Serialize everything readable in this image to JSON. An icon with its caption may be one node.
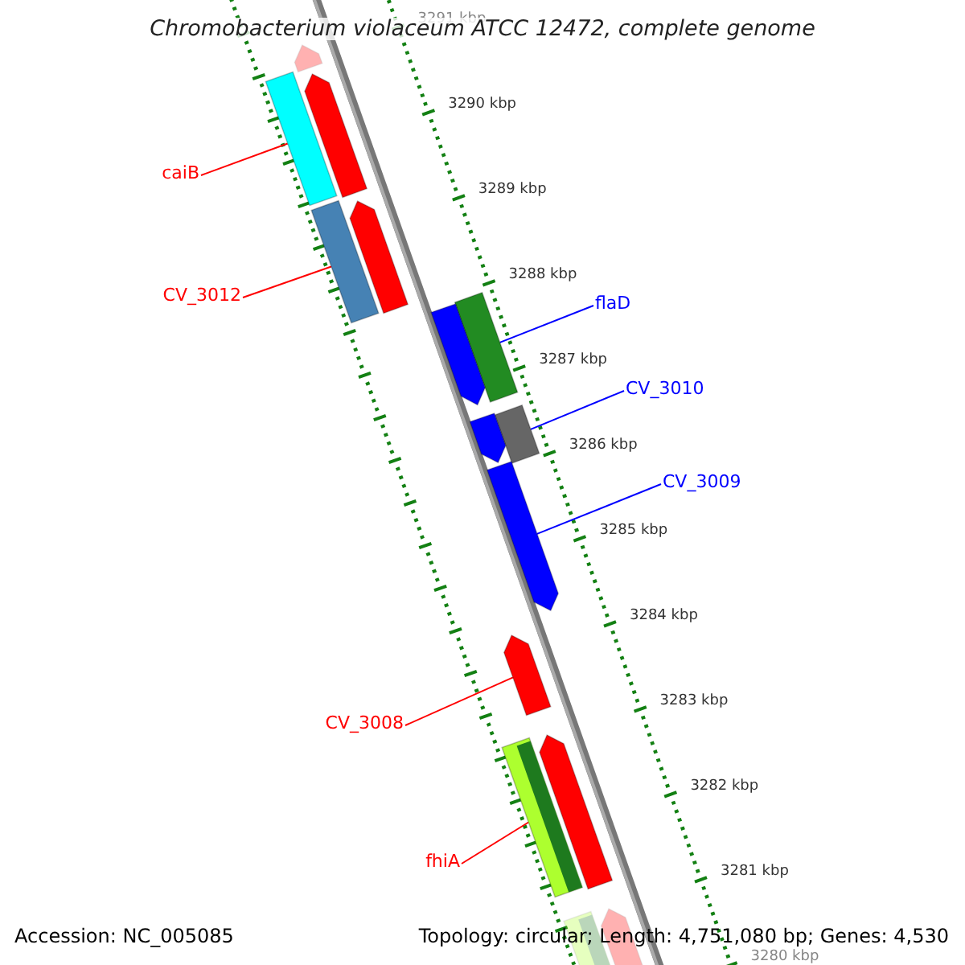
{
  "diagram": {
    "title": "Chromobacterium violaceum ATCC 12472, complete genome",
    "nodes": [
      {
        "text": [
          "caiB"
        ]
      },
      {
        "text": [
          "CV_3012"
        ]
      },
      {
        "text": [
          "flaD"
        ]
      },
      {
        "text": [
          "CV_3010"
        ]
      },
      {
        "text": [
          "CV_3009"
        ]
      },
      {
        "text": [
          "CV_3008"
        ]
      },
      {
        "text": [
          "fhiA"
        ]
      },
      {
        "text": [],
        "shape": "bar"
      },
      {
        "text": [],
        "shape": "bar"
      },
      {
        "text": [],
        "shape": "bar"
      },
      {
        "text": [],
        "shape": "bar"
      },
      {
        "text": [],
        "shape": "bar"
      },
      {
        "text": [],
        "shape": "bar"
      },
      {
        "text": [],
        "shape": "bar"
      },
      {
        "text": [],
        "shape": "bar"
      },
      {
        "text": [],
        "shape": "bar"
      },
      {
        "text": [],
        "shape": "bar"
      },
      {
        "text": [],
        "shape": "bar"
      },
      {
        "text": [],
        "shape": "bar"
      },
      {
        "text": [],
        "shape": "bar"
      },
      {
        "text": [],
        "shape": "bar"
      },
      {
        "text": [],
        "shape": "bar"
      }
    ],
    "edges": [
      {
        "from": 0,
        "to": 9,
        "arrow": "none"
      },
      {
        "from": 1,
        "to": 11,
        "arrow": "none"
      },
      {
        "from": 2,
        "to": 12,
        "arrow": "none",
        "color": "#0000ff"
      },
      {
        "from": 3,
        "to": 14,
        "arrow": "none",
        "color": "#0000ff"
      },
      {
        "from": 4,
        "to": 16,
        "arrow": "none",
        "color": "#0000ff"
      },
      {
        "from": 5,
        "to": 17,
        "arrow": "none"
      },
      {
        "from": 6,
        "to": 19,
        "arrow": "none"
      }
    ],
    "labels": [
      "3291 kbp",
      "3290 kbp",
      "3289 kbp",
      "3288 kbp",
      "3287 kbp",
      "3286 kbp",
      "3285 kbp",
      "3284 kbp",
      "3283 kbp",
      "3282 kbp",
      "3281 kbp",
      "3280 kbp",
      "Accession: NC_005085",
      "Topology: circular; Length: 4,751,080 bp; Genes: 4,530"
    ]
  }
}
